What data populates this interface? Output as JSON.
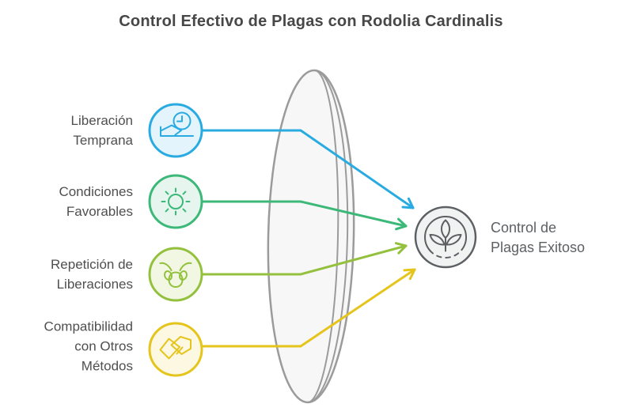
{
  "title": "Control Efectivo de Plagas con Rodolia Cardinalis",
  "items": [
    {
      "label": "Liberación\nTemprana",
      "icon": "clock-release-icon",
      "color": "#29abe2",
      "fill": "#e3f4fc"
    },
    {
      "label": "Condiciones\nFavorables",
      "icon": "sun-icon",
      "color": "#3cb878",
      "fill": "#e6f6ee"
    },
    {
      "label": "Repetición de\nLiberaciones",
      "icon": "insect-icon",
      "color": "#94c13d",
      "fill": "#f2f7e4"
    },
    {
      "label": "Compatibilidad\ncon Otros\nMétodos",
      "icon": "handshake-icon",
      "color": "#e5c41c",
      "fill": "#fdf8e2"
    }
  ],
  "result": {
    "label": "Control de\nPlagas Exitoso",
    "icon": "plant-icon",
    "color": "#5c6063",
    "fill": "#f1f2f2"
  },
  "lens": {
    "fill": "#f7f7f7",
    "stroke": "#9b9b9b"
  },
  "text_colors": {
    "title": "#474747",
    "label": "#4f4f4f",
    "result": "#5d6063"
  }
}
